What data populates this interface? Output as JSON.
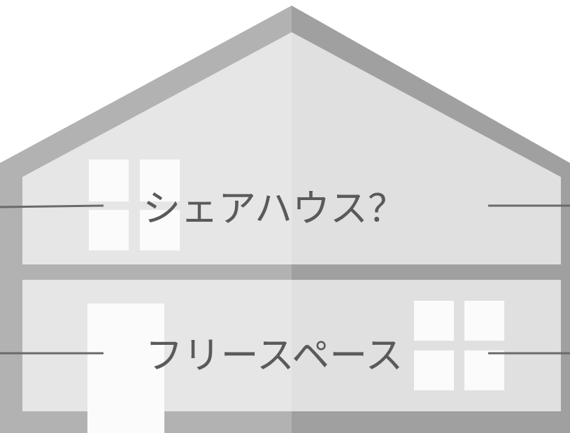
{
  "house": {
    "upper_floor_label": "シェアハウス？",
    "lower_floor_label": "フリースペース"
  },
  "colors": {
    "roof_left": "#b2b2b2",
    "roof_right": "#a0a0a0",
    "wall_left": "#e6e6e6",
    "wall_right": "#e0e0e0",
    "window": "#fbfbfb",
    "door": "#fbfbfb",
    "connector_line": "#6a6a6a",
    "label_text": "#5a5a5a"
  },
  "icons": {
    "window": "four-pane-window",
    "door": "door"
  }
}
